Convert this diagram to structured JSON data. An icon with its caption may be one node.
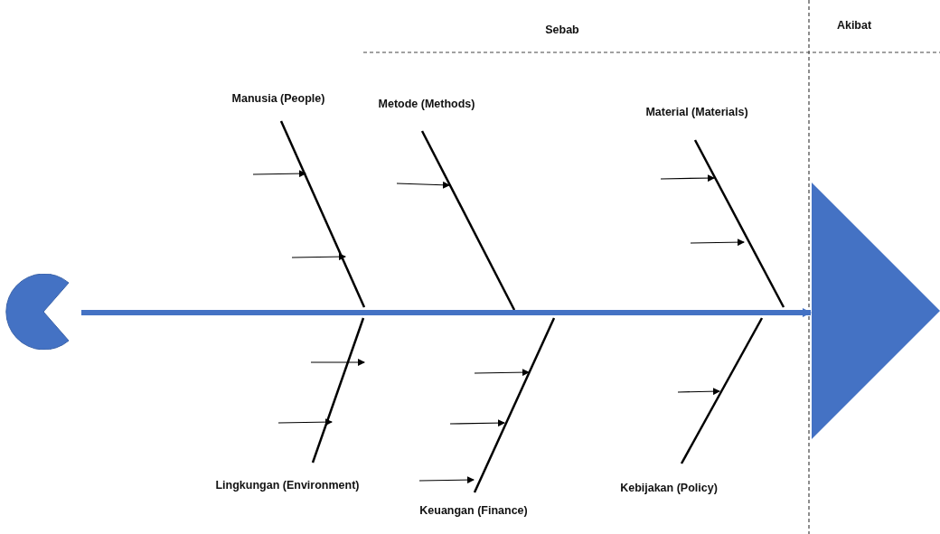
{
  "diagram": {
    "nodes": [
      {
        "text": [],
        "shape": "circle"
      },
      {
        "text": [],
        "shape": "triangle"
      }
    ],
    "edges": [
      {
        "from": 0,
        "to": 1,
        "arrow": "to"
      }
    ],
    "labels": [
      "Sebab",
      "Akibat",
      "Manusia (People)",
      "Metode (Methods)",
      "Material (Materials)",
      "Lingkungan (Environment)",
      "Keuangan (Finance)",
      "Kebijakan (Policy)"
    ]
  }
}
